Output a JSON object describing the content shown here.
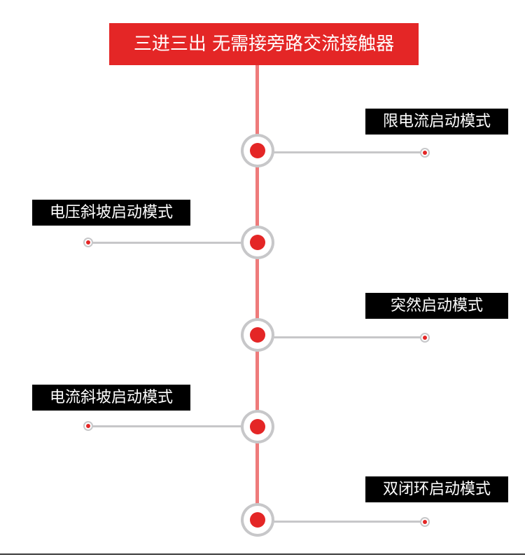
{
  "title": "三进三出 无需接旁路交流接触器",
  "modes": [
    {
      "label": "限电流启动模式",
      "side": "right"
    },
    {
      "label": "电压斜坡启动模式",
      "side": "left"
    },
    {
      "label": "突然启动模式",
      "side": "right"
    },
    {
      "label": "电流斜坡启动模式",
      "side": "left"
    },
    {
      "label": "双闭环启动模式",
      "side": "right"
    }
  ],
  "colors": {
    "accent_red": "#e42626",
    "trunk_line": "#ee7b7b",
    "connector_gray": "#c7c7c9",
    "label_background": "#000000",
    "label_text": "#ffffff"
  }
}
